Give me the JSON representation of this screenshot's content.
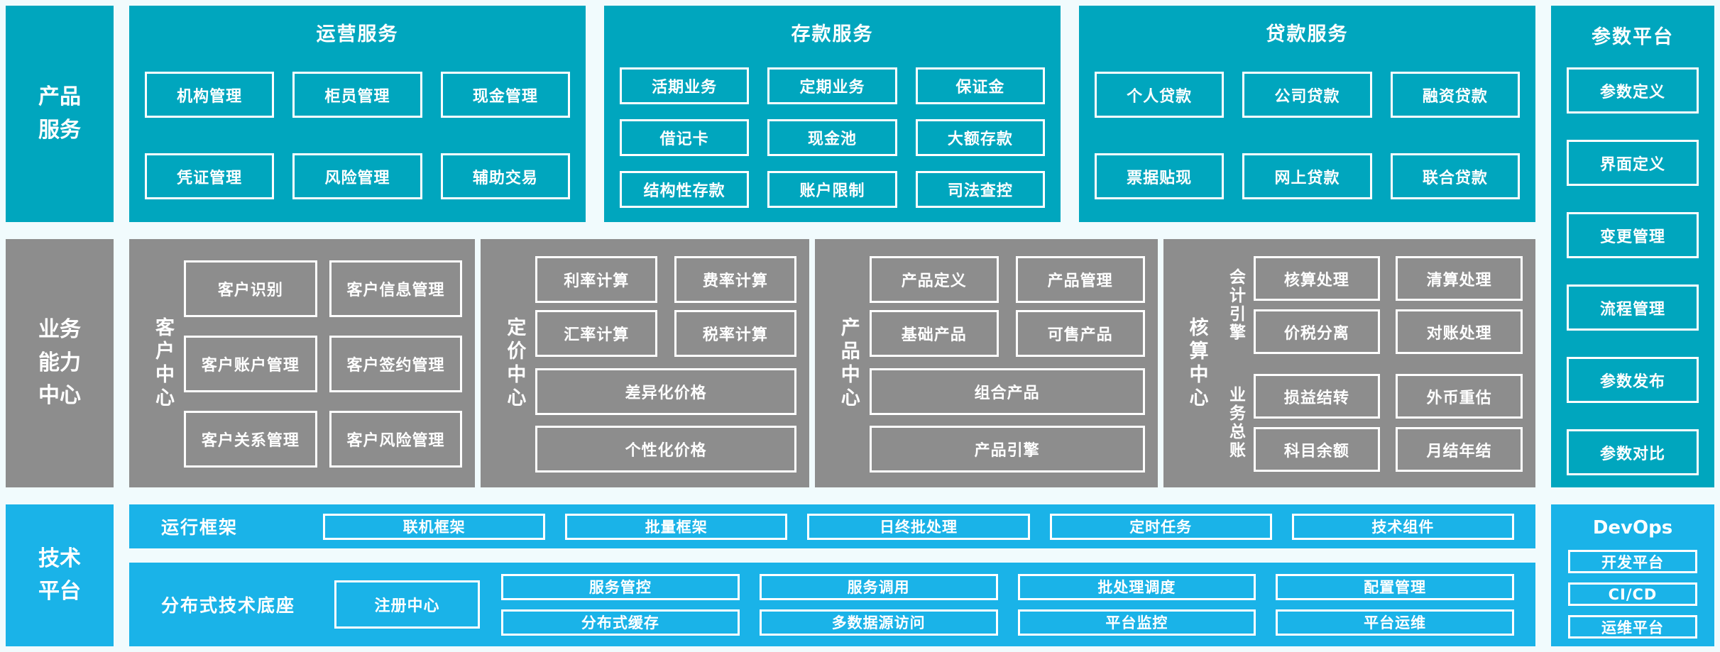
{
  "palette": {
    "teal": "#00a6be",
    "gray": "#8d8d8d",
    "blue": "#1ab3e8",
    "background": "#f1fbfd",
    "box_border": "#ffffff",
    "text": "#ffffff"
  },
  "rails": {
    "product_services": "产品\n服务",
    "business_capability_center": "业务\n能力\n中心",
    "technology_platform": "技术\n平台"
  },
  "top_sections": {
    "operation_services": {
      "title": "运营服务",
      "boxes": [
        "机构管理",
        "柜员管理",
        "现金管理",
        "凭证管理",
        "风险管理",
        "辅助交易"
      ]
    },
    "deposit_services": {
      "title": "存款服务",
      "boxes": [
        "活期业务",
        "定期业务",
        "保证金",
        "借记卡",
        "现金池",
        "大额存款",
        "结构性存款",
        "账户限制",
        "司法查控"
      ]
    },
    "loan_services": {
      "title": "贷款服务",
      "boxes": [
        "个人贷款",
        "公司贷款",
        "融资贷款",
        "票据贴现",
        "网上贷款",
        "联合贷款"
      ]
    }
  },
  "parameter_platform": {
    "title": "参数平台",
    "boxes": [
      "参数定义",
      "界面定义",
      "变更管理",
      "流程管理",
      "参数发布",
      "参数对比"
    ]
  },
  "capability_centers": {
    "customer_center": {
      "label": "客户中心",
      "boxes": [
        "客户识别",
        "客户信息管理",
        "客户账户管理",
        "客户签约管理",
        "客户关系管理",
        "客户风险管理"
      ]
    },
    "pricing_center": {
      "label": "定价中心",
      "grid_boxes": [
        "利率计算",
        "费率计算",
        "汇率计算",
        "税率计算"
      ],
      "wide_boxes": [
        "差异化价格",
        "个性化价格"
      ]
    },
    "product_center": {
      "label": "产品中心",
      "grid_boxes": [
        "产品定义",
        "产品管理",
        "基础产品",
        "可售产品"
      ],
      "wide_boxes": [
        "组合产品",
        "产品引擎"
      ]
    },
    "accounting_center": {
      "label": "核算中心",
      "groups": [
        {
          "label": "会计引擎",
          "boxes": [
            "核算处理",
            "清算处理",
            "价税分离",
            "对账处理"
          ]
        },
        {
          "label": "业务总账",
          "boxes": [
            "损益结转",
            "外币重估",
            "科目余额",
            "月结年结"
          ]
        }
      ]
    }
  },
  "technology_rows": {
    "runtime_framework": {
      "label": "运行框架",
      "boxes": [
        "联机框架",
        "批量框架",
        "日终批处理",
        "定时任务",
        "技术组件"
      ]
    },
    "distributed_base": {
      "label": "分布式技术底座",
      "registry_box": "注册中心",
      "boxes": [
        "服务管控",
        "服务调用",
        "批处理调度",
        "配置管理",
        "分布式缓存",
        "多数据源访问",
        "平台监控",
        "平台运维"
      ]
    }
  },
  "devops": {
    "title": "DevOps",
    "boxes": [
      "开发平台",
      "CI/CD",
      "运维平台"
    ]
  }
}
